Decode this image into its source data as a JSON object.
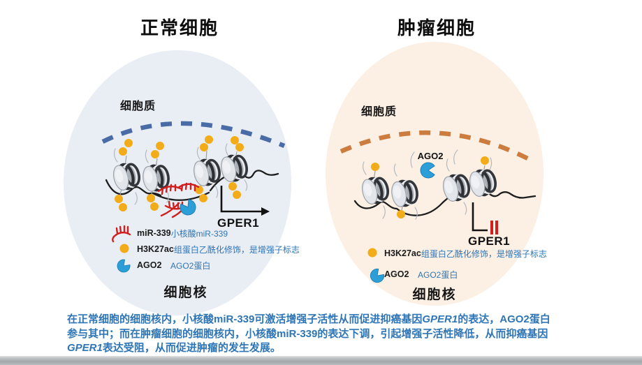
{
  "left_cell": {
    "title": "正常细胞",
    "cytoplasm_label": "细胞质",
    "nucleus_label": "细胞核",
    "gene_label": "GPER1",
    "legend": [
      {
        "icon": "mir339-icon",
        "key": "miR-339",
        "desc": "小核酸miR-339"
      },
      {
        "icon": "h3k27ac-icon",
        "key": "H3K27ac",
        "desc": "组蛋白乙酰化修饰，是增强子标志"
      },
      {
        "icon": "ago2-icon",
        "key": "AGO2",
        "desc": "AGO2蛋白"
      }
    ]
  },
  "right_cell": {
    "title": "肿瘤细胞",
    "cytoplasm_label": "细胞质",
    "nucleus_label": "细胞核",
    "gene_label": "GPER1",
    "ago2_label": "AGO2",
    "legend": [
      {
        "icon": "h3k27ac-icon",
        "key": "H3K27ac",
        "desc": "组蛋白乙酰化修饰，是增强子标志"
      },
      {
        "icon": "ago2-icon",
        "key": "AGO2",
        "desc": "AGO2蛋白"
      }
    ]
  },
  "caption": {
    "lines": [
      [
        {
          "text": "在正常细胞的细胞核内，小核酸miR-339可激活增强子活性从而促进抑癌基因"
        },
        {
          "text": "GPER1",
          "italic": true
        },
        {
          "text": "的表达，AGO2蛋白"
        }
      ],
      [
        {
          "text": "参与其中；而在肿瘤细胞的细胞核内，小核酸miR-339的表达下调，引起增强子活性降低，从而抑癌基因"
        }
      ],
      [
        {
          "text": "GPER1",
          "italic": true
        },
        {
          "text": "表达受阻，从而促进肿瘤的发生发展。"
        }
      ]
    ]
  },
  "colors": {
    "normal_cell_fill": "#e9edf4",
    "tumor_cell_fill": "#fcefe3",
    "membrane_normal": "#4a6ca6",
    "membrane_tumor": "#cd7c3f",
    "h3k27ac_yellow": "#f3ac19",
    "ago2_blue": "#2d9fd8",
    "mir339_red": "#cf1f1f",
    "caption_blue": "#2e75b6"
  }
}
